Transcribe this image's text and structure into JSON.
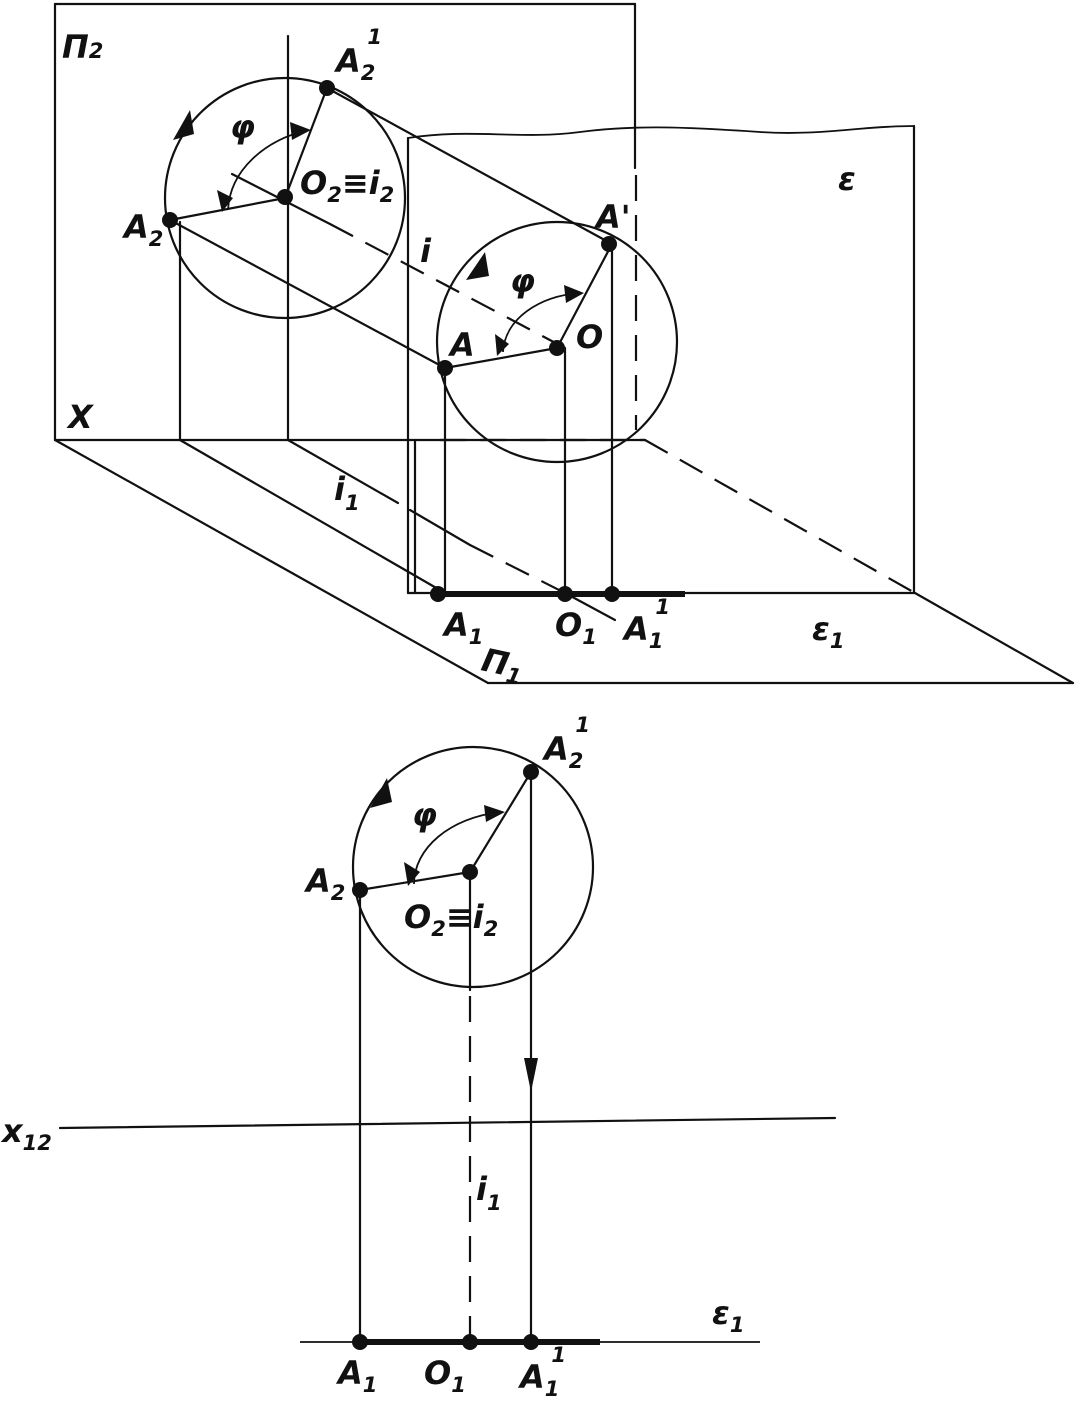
{
  "axonometric_view": {
    "plane_p2": {
      "main": "П",
      "sub": "2"
    },
    "plane_epsilon": "ε",
    "axis_x": "X",
    "axis_i": "i",
    "angle": "φ",
    "A": "A",
    "O": "O",
    "A_prime": "A'",
    "A2": {
      "main": "A",
      "sub": "2"
    },
    "A2_prime": {
      "main": "A",
      "sub": "2",
      "sup": "1"
    },
    "O2_eq_i2": {
      "o": "O",
      "o_sub": "2",
      "eq": "≡",
      "i": "i",
      "i_sub": "2"
    },
    "i1": {
      "main": "i",
      "sub": "1"
    },
    "A1": {
      "main": "A",
      "sub": "1"
    },
    "O1": {
      "main": "O",
      "sub": "1"
    },
    "A1_prime": {
      "main": "A",
      "sub": "1",
      "sup": "1"
    },
    "epsilon1": {
      "main": "ε",
      "sub": "1"
    },
    "plane_p1": {
      "main": "П",
      "sub": "1"
    }
  },
  "orthographic_view": {
    "angle": "φ",
    "A2": {
      "main": "A",
      "sub": "2"
    },
    "A2_prime": {
      "main": "A",
      "sub": "2",
      "sup": "1"
    },
    "O2_eq_i2": {
      "o": "O",
      "o_sub": "2",
      "eq": "≡",
      "i": "i",
      "i_sub": "2"
    },
    "x12": {
      "main": "x",
      "sub": "12"
    },
    "i1": {
      "main": "i",
      "sub": "1"
    },
    "epsilon1": {
      "main": "ε",
      "sub": "1"
    },
    "A1": {
      "main": "A",
      "sub": "1"
    },
    "O1": {
      "main": "O",
      "sub": "1"
    },
    "A1_prime": {
      "main": "A",
      "sub": "1",
      "sup": "1"
    }
  }
}
